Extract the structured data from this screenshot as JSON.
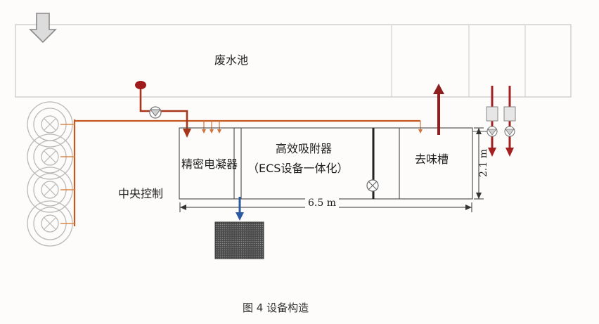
{
  "labels": {
    "wastewater_pool": "废水池",
    "condenser": "精密电凝器",
    "adsorber_line1": "高效吸附器",
    "adsorber_line2": "（ECS设备一体化）",
    "deodorizer": "去味槽",
    "central_control": "中央控制",
    "length_dimension": "6.5 m",
    "height_dimension": "2.1 m",
    "caption": "图 4   设备构造"
  },
  "colors": {
    "pipe": "#c4571f",
    "pipe_dark": "#a8341a",
    "red_valve": "#9e1b1b",
    "outlet_blue": "#2c5aa0",
    "outline": "#333333",
    "faint": "#cfcfcf"
  },
  "icons": [
    "inflow-arrow-icon",
    "outflow-arrow-icon",
    "valve-icon",
    "pump-icon"
  ]
}
